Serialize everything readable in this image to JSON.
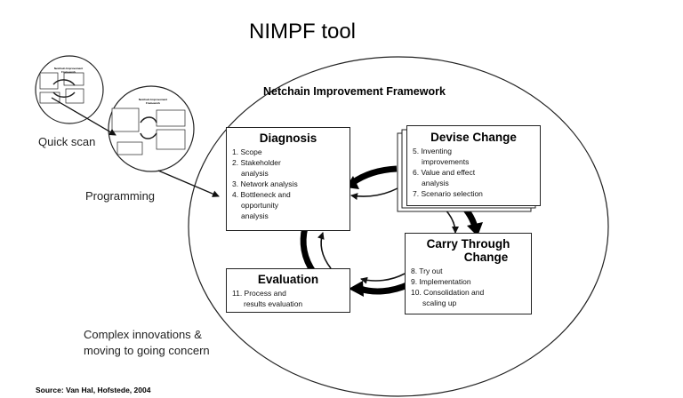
{
  "title": "NIMPF tool",
  "framework_title": "Netchain Improvement Framework",
  "side_labels": {
    "quick_scan": "Quick scan",
    "programming": "Programming",
    "complex_line1": "Complex innovations &",
    "complex_line2": "moving to going concern"
  },
  "thumbnail": {
    "small_heading": "Netchain Improvement Framework",
    "large_heading_line1": "Netchain Improvement",
    "large_heading_line2": "Framework"
  },
  "boxes": {
    "diagnosis": {
      "title": "Diagnosis",
      "items": [
        "1. Scope",
        "2. Stakeholder",
        "analysis",
        "3. Network analysis",
        "4. Bottleneck and",
        "opportunity",
        "analysis"
      ]
    },
    "devise": {
      "title": "Devise Change",
      "items": [
        "5. Inventing",
        "improvements",
        "6. Value and effect",
        "analysis",
        "7. Scenario selection"
      ]
    },
    "carry": {
      "title_line1": "Carry Through",
      "title_line2": "Change",
      "items": [
        "8. Try out",
        "9. Implementation",
        "10. Consolidation and",
        "scaling up"
      ]
    },
    "evaluation": {
      "title": "Evaluation",
      "items": [
        "11. Process and",
        "results evaluation"
      ]
    }
  },
  "source": "Source: Van Hal, Hofstede, 2004"
}
